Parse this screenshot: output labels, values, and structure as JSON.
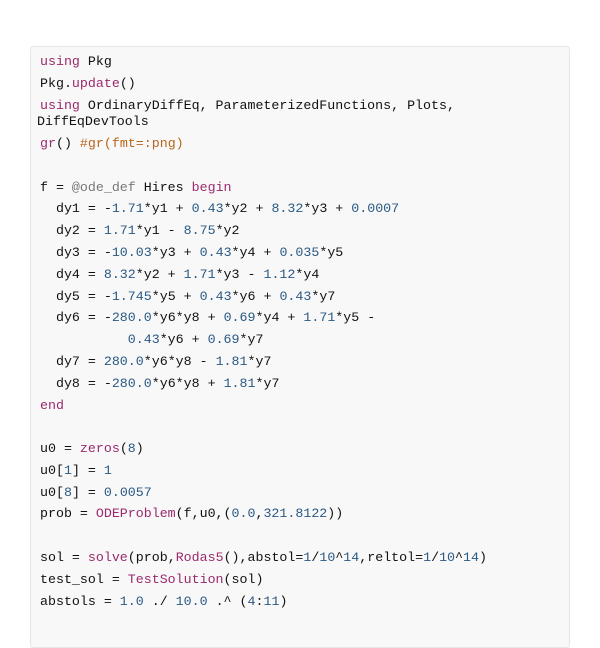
{
  "colors": {
    "keyword": "#9b2a6d",
    "number": "#2a5984",
    "comment": "#b8651b",
    "macro": "#777777",
    "background": "#f8f8f8"
  },
  "code_lines": [
    {
      "tokens": [
        [
          "using",
          "kw"
        ],
        [
          " Pkg",
          ""
        ]
      ]
    },
    {
      "tokens": [
        [
          "Pkg.",
          ""
        ],
        [
          "update",
          "fn"
        ],
        [
          "()",
          ""
        ]
      ]
    },
    {
      "tokens": [
        [
          "using",
          "kw"
        ],
        [
          " OrdinaryDiffEq, ParameterizedFunctions, Plots,",
          ""
        ]
      ]
    },
    {
      "tight": true,
      "tokens": [
        [
          "DiffEqDevTools",
          ""
        ]
      ]
    },
    {
      "tokens": [
        [
          "gr",
          "fn"
        ],
        [
          "() ",
          ""
        ],
        [
          "#gr(fmt=:png)",
          "cm"
        ]
      ]
    },
    {
      "tokens": []
    },
    {
      "tokens": [
        [
          "f = ",
          ""
        ],
        [
          "@ode_def",
          "mac"
        ],
        [
          " Hires ",
          ""
        ],
        [
          "begin",
          "kw"
        ]
      ]
    },
    {
      "tokens": [
        [
          "  dy1 = -",
          ""
        ],
        [
          "1.71",
          "num"
        ],
        [
          "*y1 + ",
          ""
        ],
        [
          "0.43",
          "num"
        ],
        [
          "*y2 + ",
          ""
        ],
        [
          "8.32",
          "num"
        ],
        [
          "*y3 + ",
          ""
        ],
        [
          "0.0007",
          "num"
        ]
      ]
    },
    {
      "tokens": [
        [
          "  dy2 = ",
          ""
        ],
        [
          "1.71",
          "num"
        ],
        [
          "*y1 - ",
          ""
        ],
        [
          "8.75",
          "num"
        ],
        [
          "*y2",
          ""
        ]
      ]
    },
    {
      "tokens": [
        [
          "  dy3 = -",
          ""
        ],
        [
          "10.03",
          "num"
        ],
        [
          "*y3 + ",
          ""
        ],
        [
          "0.43",
          "num"
        ],
        [
          "*y4 + ",
          ""
        ],
        [
          "0.035",
          "num"
        ],
        [
          "*y5",
          ""
        ]
      ]
    },
    {
      "tokens": [
        [
          "  dy4 = ",
          ""
        ],
        [
          "8.32",
          "num"
        ],
        [
          "*y2 + ",
          ""
        ],
        [
          "1.71",
          "num"
        ],
        [
          "*y3 - ",
          ""
        ],
        [
          "1.12",
          "num"
        ],
        [
          "*y4",
          ""
        ]
      ]
    },
    {
      "tokens": [
        [
          "  dy5 = -",
          ""
        ],
        [
          "1.745",
          "num"
        ],
        [
          "*y5 + ",
          ""
        ],
        [
          "0.43",
          "num"
        ],
        [
          "*y6 + ",
          ""
        ],
        [
          "0.43",
          "num"
        ],
        [
          "*y7",
          ""
        ]
      ]
    },
    {
      "tokens": [
        [
          "  dy6 = -",
          ""
        ],
        [
          "280.0",
          "num"
        ],
        [
          "*y6*y8 + ",
          ""
        ],
        [
          "0.69",
          "num"
        ],
        [
          "*y4 + ",
          ""
        ],
        [
          "1.71",
          "num"
        ],
        [
          "*y5 -",
          ""
        ]
      ]
    },
    {
      "tokens": [
        [
          "           ",
          ""
        ],
        [
          "0.43",
          "num"
        ],
        [
          "*y6 + ",
          ""
        ],
        [
          "0.69",
          "num"
        ],
        [
          "*y7",
          ""
        ]
      ]
    },
    {
      "tokens": [
        [
          "  dy7 = ",
          ""
        ],
        [
          "280.0",
          "num"
        ],
        [
          "*y6*y8 - ",
          ""
        ],
        [
          "1.81",
          "num"
        ],
        [
          "*y7",
          ""
        ]
      ]
    },
    {
      "tokens": [
        [
          "  dy8 = -",
          ""
        ],
        [
          "280.0",
          "num"
        ],
        [
          "*y6*y8 + ",
          ""
        ],
        [
          "1.81",
          "num"
        ],
        [
          "*y7",
          ""
        ]
      ]
    },
    {
      "tokens": [
        [
          "end",
          "kw"
        ]
      ]
    },
    {
      "tokens": []
    },
    {
      "tokens": [
        [
          "u0 = ",
          ""
        ],
        [
          "zeros",
          "fn"
        ],
        [
          "(",
          ""
        ],
        [
          "8",
          "num"
        ],
        [
          ")",
          ""
        ]
      ]
    },
    {
      "tokens": [
        [
          "u0[",
          ""
        ],
        [
          "1",
          "num"
        ],
        [
          "] = ",
          ""
        ],
        [
          "1",
          "num"
        ]
      ]
    },
    {
      "tokens": [
        [
          "u0[",
          ""
        ],
        [
          "8",
          "num"
        ],
        [
          "] = ",
          ""
        ],
        [
          "0.0057",
          "num"
        ]
      ]
    },
    {
      "tokens": [
        [
          "prob = ",
          ""
        ],
        [
          "ODEProblem",
          "fn"
        ],
        [
          "(f,u0,(",
          ""
        ],
        [
          "0.0",
          "num"
        ],
        [
          ",",
          ""
        ],
        [
          "321.8122",
          "num"
        ],
        [
          "))",
          ""
        ]
      ]
    },
    {
      "tokens": []
    },
    {
      "tokens": [
        [
          "sol = ",
          ""
        ],
        [
          "solve",
          "fn"
        ],
        [
          "(prob,",
          ""
        ],
        [
          "Rodas5",
          "fn"
        ],
        [
          "(),abstol=",
          ""
        ],
        [
          "1",
          "num"
        ],
        [
          "/",
          ""
        ],
        [
          "10",
          "num"
        ],
        [
          "^",
          ""
        ],
        [
          "14",
          "num"
        ],
        [
          ",reltol=",
          ""
        ],
        [
          "1",
          "num"
        ],
        [
          "/",
          ""
        ],
        [
          "10",
          "num"
        ],
        [
          "^",
          ""
        ],
        [
          "14",
          "num"
        ],
        [
          ")",
          ""
        ]
      ]
    },
    {
      "tokens": [
        [
          "test_sol = ",
          ""
        ],
        [
          "TestSolution",
          "fn"
        ],
        [
          "(sol)",
          ""
        ]
      ]
    },
    {
      "tokens": [
        [
          "abstols = ",
          ""
        ],
        [
          "1.0",
          "num"
        ],
        [
          " ./ ",
          ""
        ],
        [
          "10.0",
          "num"
        ],
        [
          " .^ (",
          ""
        ],
        [
          "4",
          "num"
        ],
        [
          ":",
          ""
        ],
        [
          "11",
          "num"
        ],
        [
          ")",
          ""
        ]
      ]
    }
  ]
}
